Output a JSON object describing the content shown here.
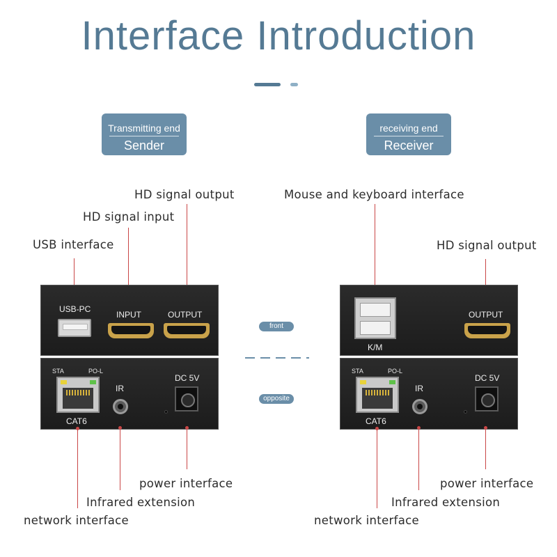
{
  "title": "Interface Introduction",
  "sender": {
    "tag_top": "Transmitting end",
    "tag_bottom": "Sender"
  },
  "receiver": {
    "tag_top": "receiving end",
    "tag_bottom": "Receiver"
  },
  "sender_callouts": {
    "hd_output": "HD signal output",
    "hd_input": "HD signal input",
    "usb": "USB interface",
    "power": "power interface",
    "infrared": "Infrared extension",
    "network": "network interface"
  },
  "receiver_callouts": {
    "mouse_keyboard": "Mouse and keyboard interface",
    "hd_output": "HD signal output",
    "power": "power interface",
    "infrared": "Infrared extension",
    "network": "network interface"
  },
  "sender_panel_labels": {
    "usb_pc": "USB-PC",
    "input": "INPUT",
    "output": "OUTPUT",
    "sta": "STA",
    "pol": "PO-L",
    "ir": "IR",
    "dc": "DC 5V",
    "cat6": "CAT6"
  },
  "receiver_panel_labels": {
    "km": "K/M",
    "output": "OUTPUT",
    "sta": "STA",
    "pol": "PO-L",
    "ir": "IR",
    "dc": "DC 5V",
    "cat6": "CAT6"
  },
  "views": {
    "front": "front",
    "opposite": "opposite"
  },
  "colors": {
    "title": "#557a94",
    "tag_bg": "#6a8ea8",
    "callout_line": "#c94646",
    "device": "#222222",
    "led_yellow": "#e8d23a",
    "led_green": "#5fc24a"
  }
}
